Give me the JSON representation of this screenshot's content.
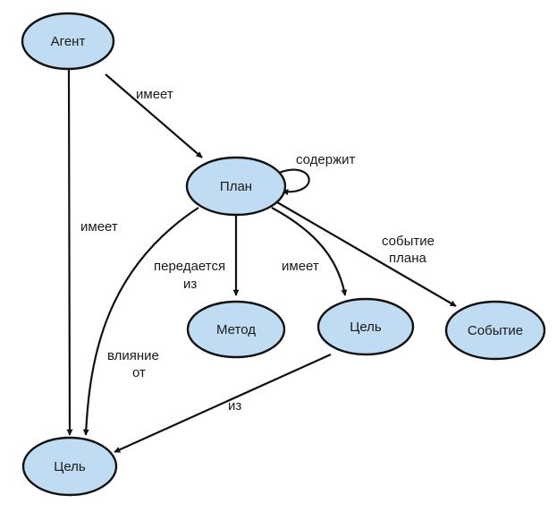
{
  "diagram": {
    "nodes": {
      "agent": {
        "label": "Агент"
      },
      "plan": {
        "label": "План"
      },
      "method": {
        "label": "Метод"
      },
      "goal_mid": {
        "label": "Цель"
      },
      "event": {
        "label": "Событие"
      },
      "goal_bottom": {
        "label": "Цель"
      }
    },
    "edges": {
      "agent_has_plan": {
        "label": "имеет"
      },
      "plan_contains": {
        "label": "содержит"
      },
      "agent_has_goal": {
        "label": "имеет"
      },
      "plan_passed_from": {
        "line1": "передается",
        "line2": "из"
      },
      "plan_has_goal": {
        "label": "имеет"
      },
      "plan_event": {
        "line1": "событие",
        "line2": "плана"
      },
      "plan_influence": {
        "line1": "влияние",
        "line2": "от"
      },
      "goal_from": {
        "label": "из"
      }
    }
  }
}
